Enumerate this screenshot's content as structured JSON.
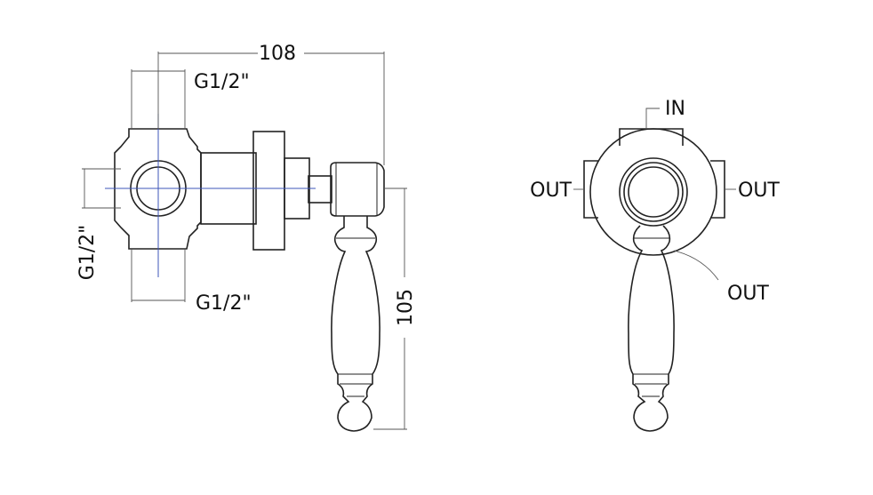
{
  "side_view": {
    "dim_width": "108",
    "dim_top_port": "G1/2\"",
    "dim_side_port": "G1/2\"",
    "dim_bottom_port": "G1/2\"",
    "dim_height": "105"
  },
  "front_view": {
    "label_in": "IN",
    "label_out_left": "OUT",
    "label_out_right": "OUT",
    "label_out_bottom": "OUT"
  },
  "colors": {
    "line": "#222222",
    "centerline": "#3d54b8",
    "background": "#ffffff"
  }
}
